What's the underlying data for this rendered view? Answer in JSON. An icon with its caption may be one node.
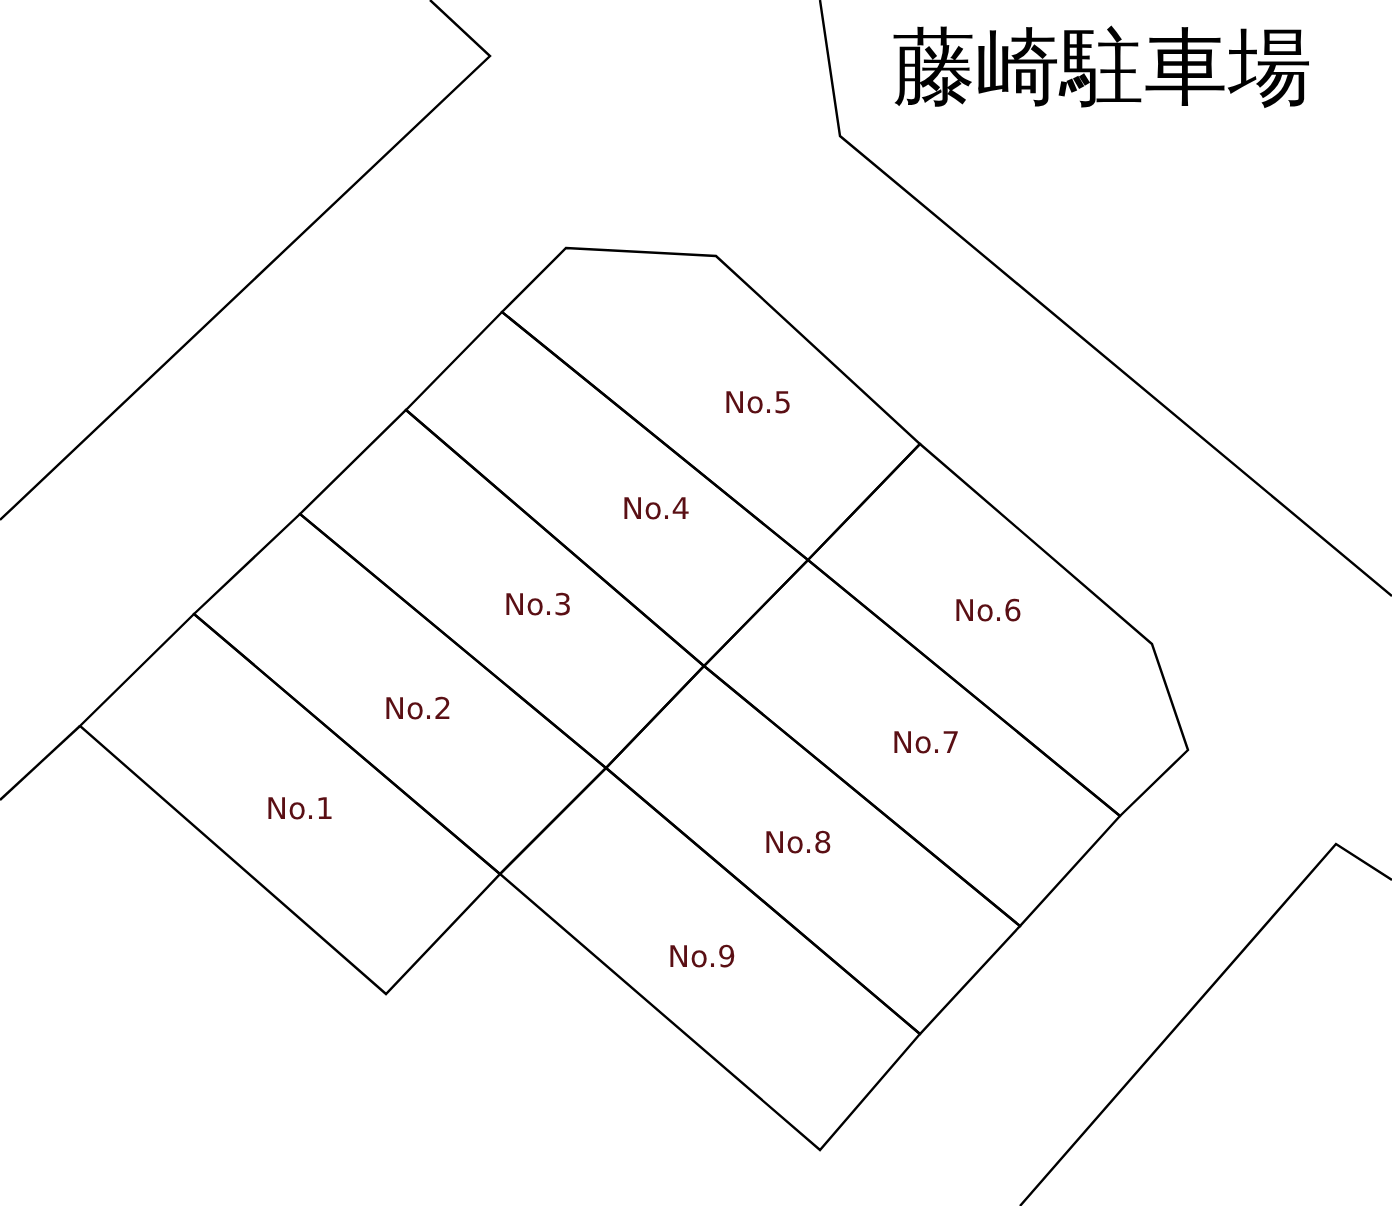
{
  "diagram": {
    "title": "藤崎駐車場",
    "nodes": [
      {
        "text": [
          "No.1"
        ]
      },
      {
        "text": [
          "No.2"
        ]
      },
      {
        "text": [
          "No.3"
        ]
      },
      {
        "text": [
          "No.4"
        ]
      },
      {
        "text": [
          "No.5"
        ]
      },
      {
        "text": [
          "No.6"
        ]
      },
      {
        "text": [
          "No.7"
        ]
      },
      {
        "text": [
          "No.8"
        ]
      },
      {
        "text": [
          "No.9"
        ]
      }
    ]
  }
}
